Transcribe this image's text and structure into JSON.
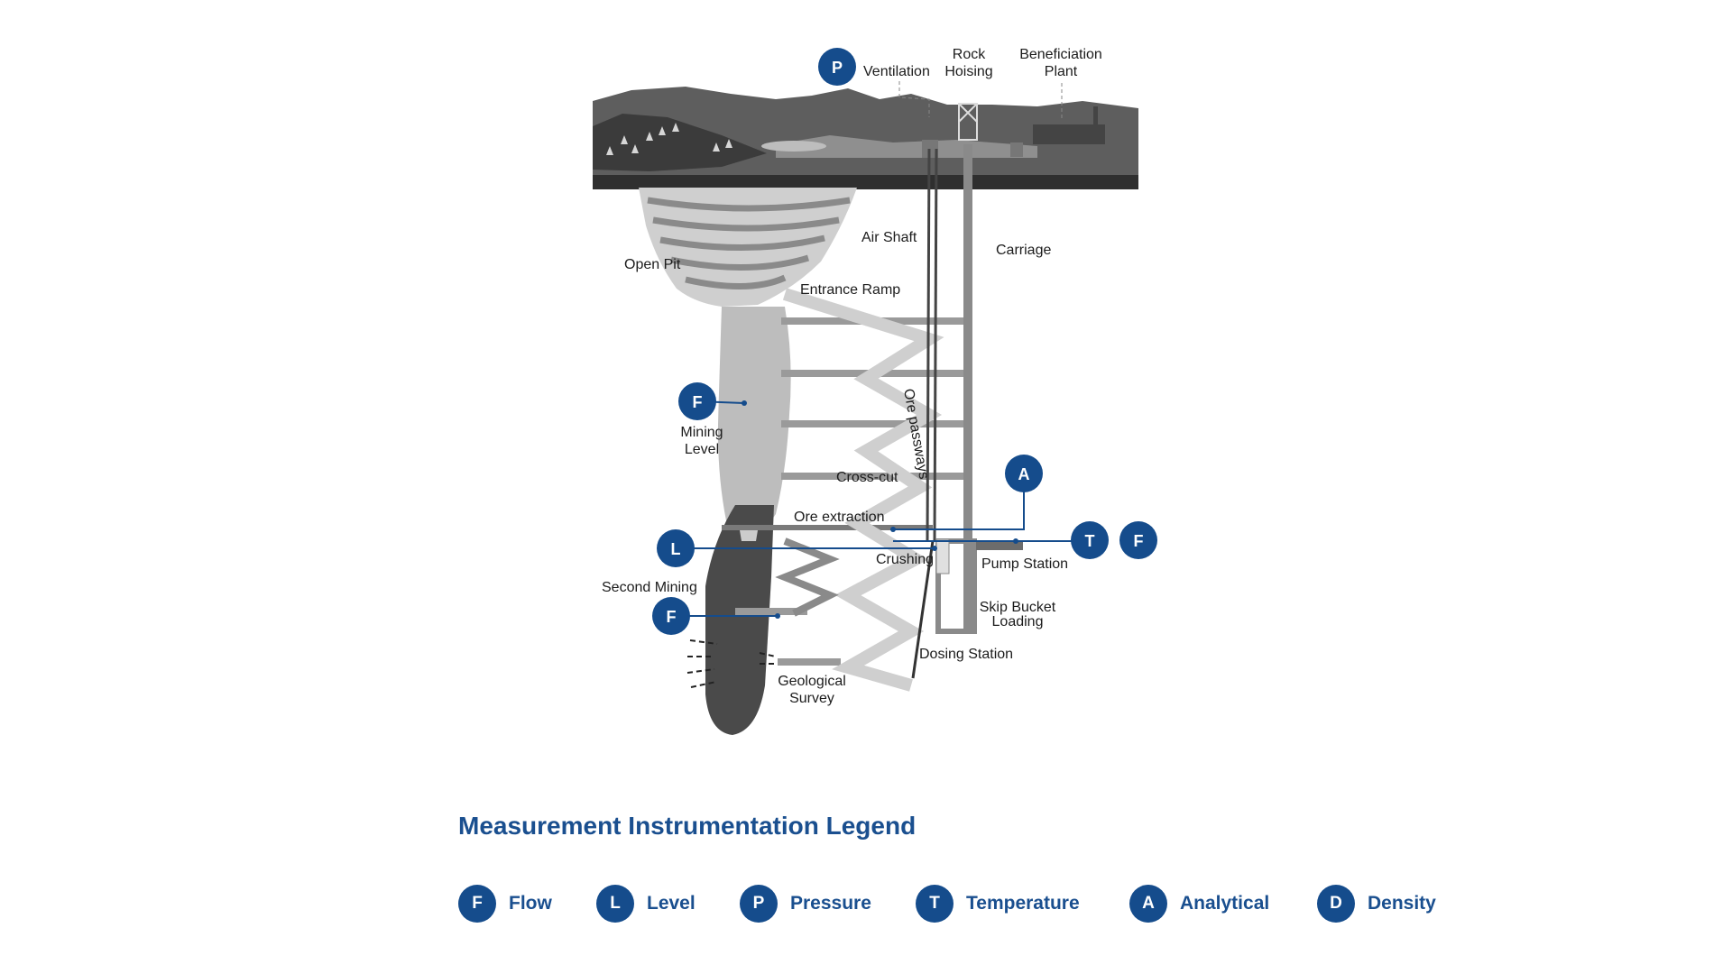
{
  "diagram": {
    "labels": {
      "ventilation": "Ventilation",
      "rock_hoising_1": "Rock",
      "rock_hoising_2": "Hoising",
      "beneficiation_1": "Beneficiation",
      "beneficiation_2": "Plant",
      "air_shaft": "Air Shaft",
      "carriage": "Carriage",
      "open_pit": "Open Pit",
      "entrance_ramp": "Entrance Ramp",
      "ore_pass": "Ore passways",
      "mining_level_1": "Mining",
      "mining_level_2": "Level",
      "cross_cut": "Cross-cut",
      "ore_extraction": "Ore extraction",
      "crushing": "Crushing",
      "pump_station": "Pump Station",
      "second_mining": "Second Mining",
      "skip_bucket_1": "Skip Bucket",
      "skip_bucket_2": "Loading",
      "dosing_station": "Dosing Station",
      "geological_1": "Geological",
      "geological_2": "Survey"
    },
    "badges": {
      "ventilation": "P",
      "mining_level": "F",
      "analytical": "A",
      "temperature": "T",
      "flow_right": "F",
      "level": "L",
      "second_mining": "F"
    }
  },
  "legend": {
    "title": "Measurement Instrumentation Legend",
    "items": [
      {
        "letter": "F",
        "label": "Flow"
      },
      {
        "letter": "L",
        "label": "Level"
      },
      {
        "letter": "P",
        "label": "Pressure"
      },
      {
        "letter": "T",
        "label": "Temperature"
      },
      {
        "letter": "A",
        "label": "Analytical"
      },
      {
        "letter": "D",
        "label": "Density"
      }
    ]
  },
  "colors": {
    "badge": "#154c8c",
    "legend_text": "#1a4f8f"
  }
}
